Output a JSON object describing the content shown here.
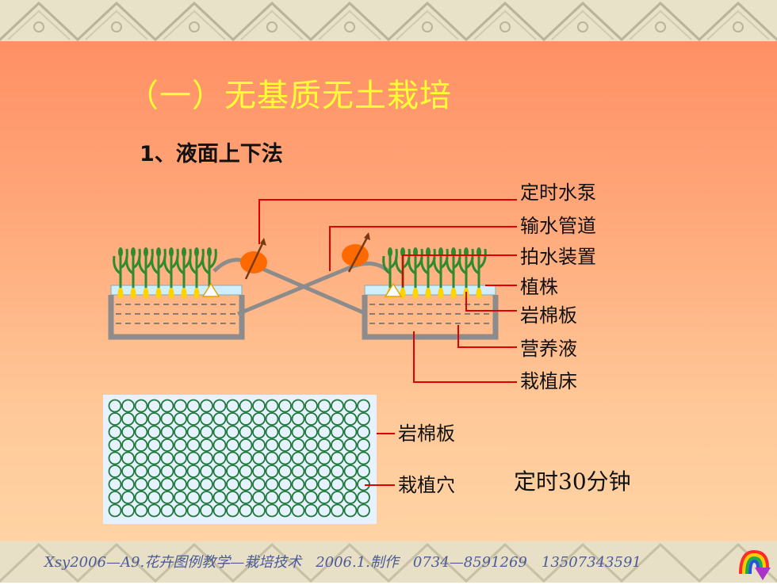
{
  "slide": {
    "title": "（一）无基质无土栽培",
    "subtitle": "1、液面上下法",
    "labels_top": {
      "pump": "定时水泵",
      "pipe": "输水管道",
      "pump_device": "拍水装置",
      "plant": "植株",
      "rockwool": "岩棉板",
      "nutrient": "营养液",
      "bed": "栽植床"
    },
    "labels_bottom": {
      "rockwool": "岩棉板",
      "hole": "栽植穴"
    },
    "timer_text": "定时30分钟",
    "footer": "Xsy2006—A9.花卉图例教学—栽培技术　2006.1.制作　0734—8591269　13507343591"
  },
  "icons": {
    "nav": "rainbow-arrow-icon"
  },
  "colors": {
    "title": "#ffff33",
    "leader_lines": "#e00000",
    "plant_green": "#2e8b2e",
    "pump_orange": "#ff6a00",
    "tray_gray": "#8c8c8c",
    "water_blue": "#cfefff"
  }
}
